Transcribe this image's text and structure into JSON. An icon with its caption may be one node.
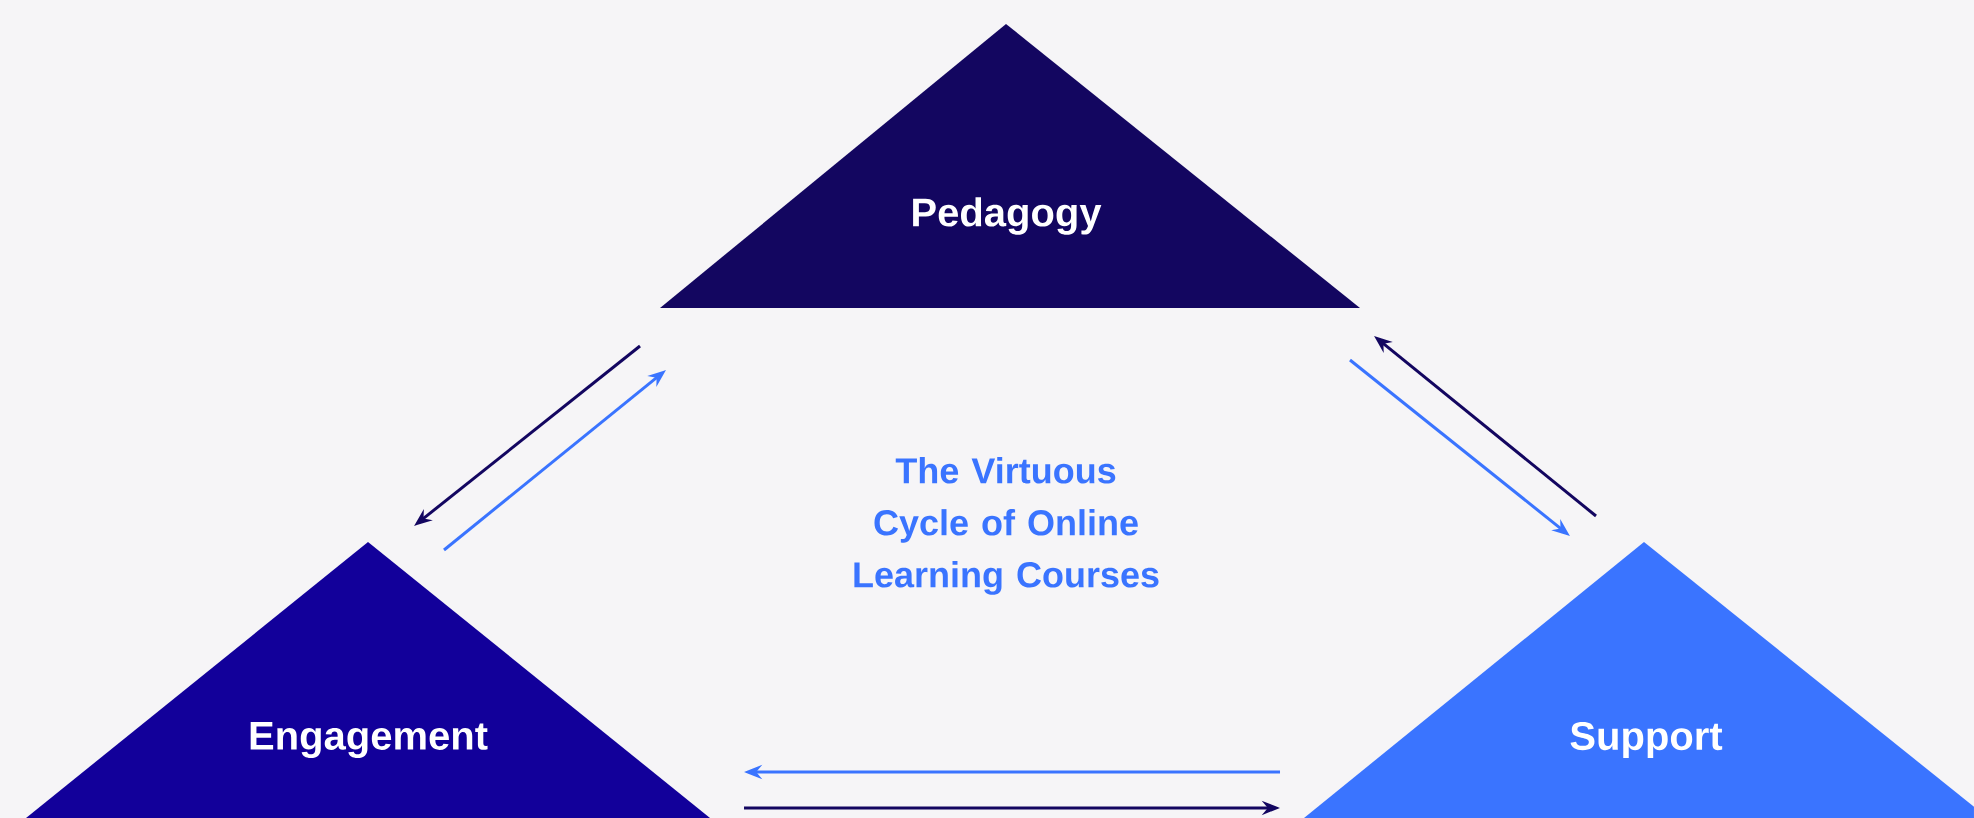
{
  "diagram": {
    "title": "The Virtuous Cycle of Online Learning Courses",
    "nodes": [
      {
        "text": [
          "Pedagogy"
        ]
      },
      {
        "text": [
          "Engagement"
        ]
      },
      {
        "text": [
          "Support"
        ]
      }
    ],
    "edges": [
      {
        "from": 0,
        "to": 1,
        "arrow": "to"
      },
      {
        "from": 1,
        "to": 0,
        "arrow": "to",
        "color": "#3a74ff"
      },
      {
        "from": 2,
        "to": 0,
        "arrow": "to"
      },
      {
        "from": 0,
        "to": 2,
        "arrow": "to",
        "color": "#3a74ff"
      },
      {
        "from": 2,
        "to": 1,
        "arrow": "to",
        "color": "#3a74ff"
      },
      {
        "from": 1,
        "to": 2,
        "arrow": "to"
      }
    ]
  }
}
